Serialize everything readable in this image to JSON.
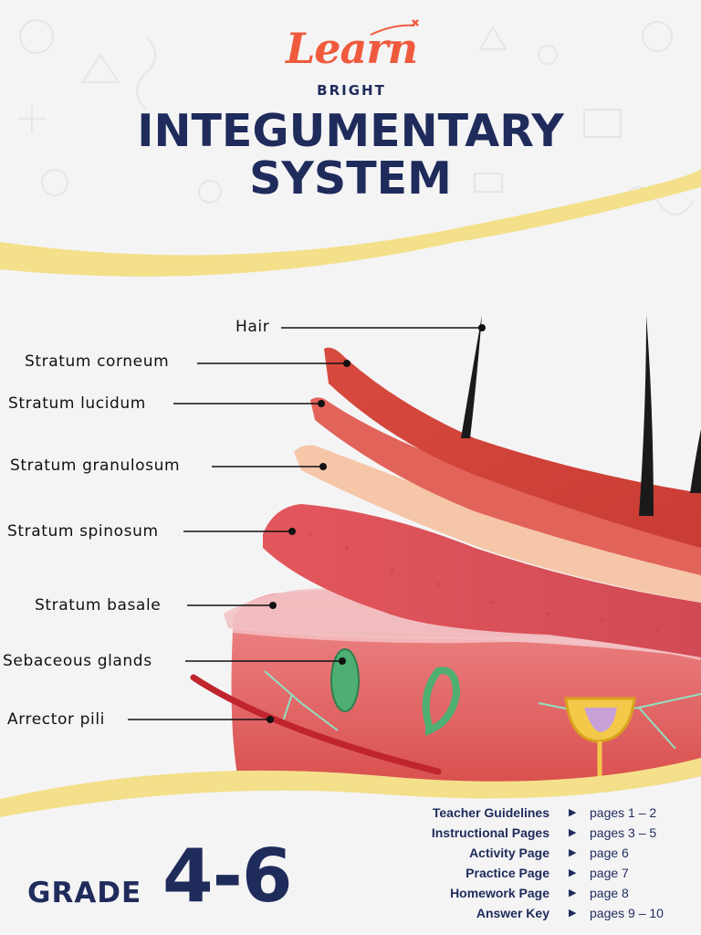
{
  "logo": {
    "word": "Learn",
    "sub": "BRIGHT"
  },
  "title": {
    "line1": "INTEGUMENTARY",
    "line2": "SYSTEM"
  },
  "labels": [
    {
      "id": "hair",
      "text": "Hair"
    },
    {
      "id": "stratum-corneum",
      "text": "Stratum corneum"
    },
    {
      "id": "stratum-lucidum",
      "text": "Stratum lucidum"
    },
    {
      "id": "stratum-granulosum",
      "text": "Stratum granulosum"
    },
    {
      "id": "stratum-spinosum",
      "text": "Stratum spinosum"
    },
    {
      "id": "stratum-basale",
      "text": "Stratum basale"
    },
    {
      "id": "sebaceous-glands",
      "text": "Sebaceous glands"
    },
    {
      "id": "arrector-pili",
      "text": "Arrector pili"
    }
  ],
  "grade": {
    "word": "GRADE",
    "range": "4-6"
  },
  "toc": [
    {
      "name": "Teacher Guidelines",
      "pages": "pages 1 – 2"
    },
    {
      "name": "Instructional Pages",
      "pages": "pages 3 – 5"
    },
    {
      "name": "Activity Page",
      "pages": "page 6"
    },
    {
      "name": "Practice Page",
      "pages": "page 7"
    },
    {
      "name": "Homework Page",
      "pages": "page 8"
    },
    {
      "name": "Answer Key",
      "pages": "pages 9 – 10"
    }
  ],
  "colors": {
    "navy": "#1f2b5b",
    "brand_orange": "#ef5a3d",
    "band_yellow": "#f4e08a",
    "skin_red": "#d9504e"
  }
}
